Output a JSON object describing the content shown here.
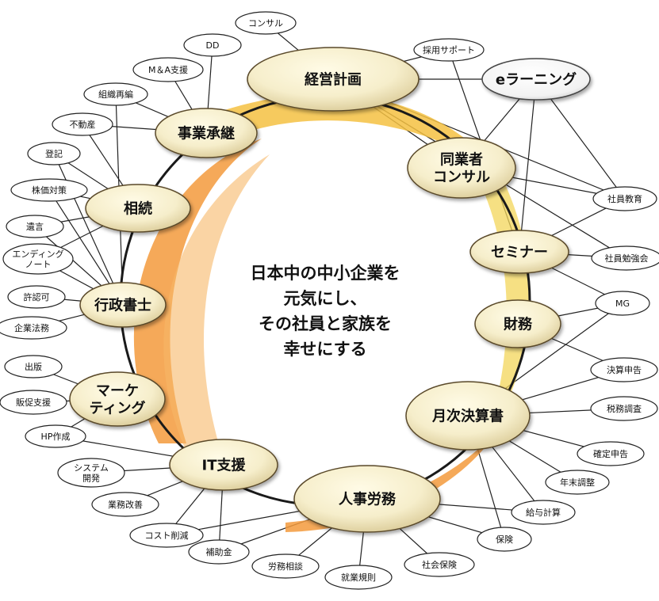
{
  "center": {
    "lines": [
      "日本中の中小企業を",
      "元気にし、",
      "その社員と家族を",
      "幸せにする"
    ]
  },
  "main_nodes": [
    {
      "id": "keiei",
      "lines": [
        "経営計画"
      ]
    },
    {
      "id": "elearning",
      "lines": [
        "eラーニング"
      ]
    },
    {
      "id": "dogyo",
      "lines": [
        "同業者",
        "コンサル"
      ]
    },
    {
      "id": "seminar",
      "lines": [
        "セミナー"
      ]
    },
    {
      "id": "zaimu",
      "lines": [
        "財務"
      ]
    },
    {
      "id": "getsuji",
      "lines": [
        "月次決算書"
      ]
    },
    {
      "id": "jinji",
      "lines": [
        "人事労務"
      ]
    },
    {
      "id": "it",
      "lines": [
        "IT支援"
      ]
    },
    {
      "id": "marketing",
      "lines": [
        "マーケ",
        "ティング"
      ]
    },
    {
      "id": "gyosei",
      "lines": [
        "行政書士"
      ]
    },
    {
      "id": "sozoku",
      "lines": [
        "相続"
      ]
    },
    {
      "id": "jigyo",
      "lines": [
        "事業承継"
      ]
    }
  ],
  "sub_nodes": [
    {
      "id": "consul",
      "lines": [
        "コンサル"
      ]
    },
    {
      "id": "dd",
      "lines": [
        "DD"
      ]
    },
    {
      "id": "ma",
      "lines": [
        "M＆A支援"
      ]
    },
    {
      "id": "soshiki",
      "lines": [
        "組織再編"
      ]
    },
    {
      "id": "fudosan",
      "lines": [
        "不動産"
      ]
    },
    {
      "id": "toki",
      "lines": [
        "登記"
      ]
    },
    {
      "id": "kabuka",
      "lines": [
        "株価対策"
      ]
    },
    {
      "id": "yuigon",
      "lines": [
        "遺言"
      ]
    },
    {
      "id": "ending",
      "lines": [
        "エンディング",
        "ノート"
      ]
    },
    {
      "id": "kyoninka",
      "lines": [
        "許認可"
      ]
    },
    {
      "id": "kigyohomu",
      "lines": [
        "企業法務"
      ]
    },
    {
      "id": "shuppan",
      "lines": [
        "出版"
      ]
    },
    {
      "id": "hansoku",
      "lines": [
        "販促支援"
      ]
    },
    {
      "id": "hp",
      "lines": [
        "HP作成"
      ]
    },
    {
      "id": "system",
      "lines": [
        "システム",
        "開発"
      ]
    },
    {
      "id": "gyomu",
      "lines": [
        "業務改善"
      ]
    },
    {
      "id": "cost",
      "lines": [
        "コスト削減"
      ]
    },
    {
      "id": "hojo",
      "lines": [
        "補助金"
      ]
    },
    {
      "id": "romu",
      "lines": [
        "労務相談"
      ]
    },
    {
      "id": "shugyo",
      "lines": [
        "就業規則"
      ]
    },
    {
      "id": "shakaihoken",
      "lines": [
        "社会保険"
      ]
    },
    {
      "id": "hoken",
      "lines": [
        "保険"
      ]
    },
    {
      "id": "kyuyo",
      "lines": [
        "給与計算"
      ]
    },
    {
      "id": "nenmatsu",
      "lines": [
        "年末調整"
      ]
    },
    {
      "id": "kakutei",
      "lines": [
        "確定申告"
      ]
    },
    {
      "id": "zeimu",
      "lines": [
        "税務調査"
      ]
    },
    {
      "id": "kessan",
      "lines": [
        "決算申告"
      ]
    },
    {
      "id": "mg",
      "lines": [
        "MG"
      ]
    },
    {
      "id": "benkyokai",
      "lines": [
        "社員勉強会"
      ]
    },
    {
      "id": "kyoiku",
      "lines": [
        "社員教育"
      ]
    },
    {
      "id": "saiyo",
      "lines": [
        "採用サポート"
      ]
    }
  ],
  "colors": {
    "ring": "#1a1a1a",
    "swoosh_orange": "#f39a3c",
    "swoosh_yellow": "#f5d45a",
    "node_fill": "#f6eecb",
    "node_edge": "#5a4a2a",
    "line": "#222222"
  }
}
